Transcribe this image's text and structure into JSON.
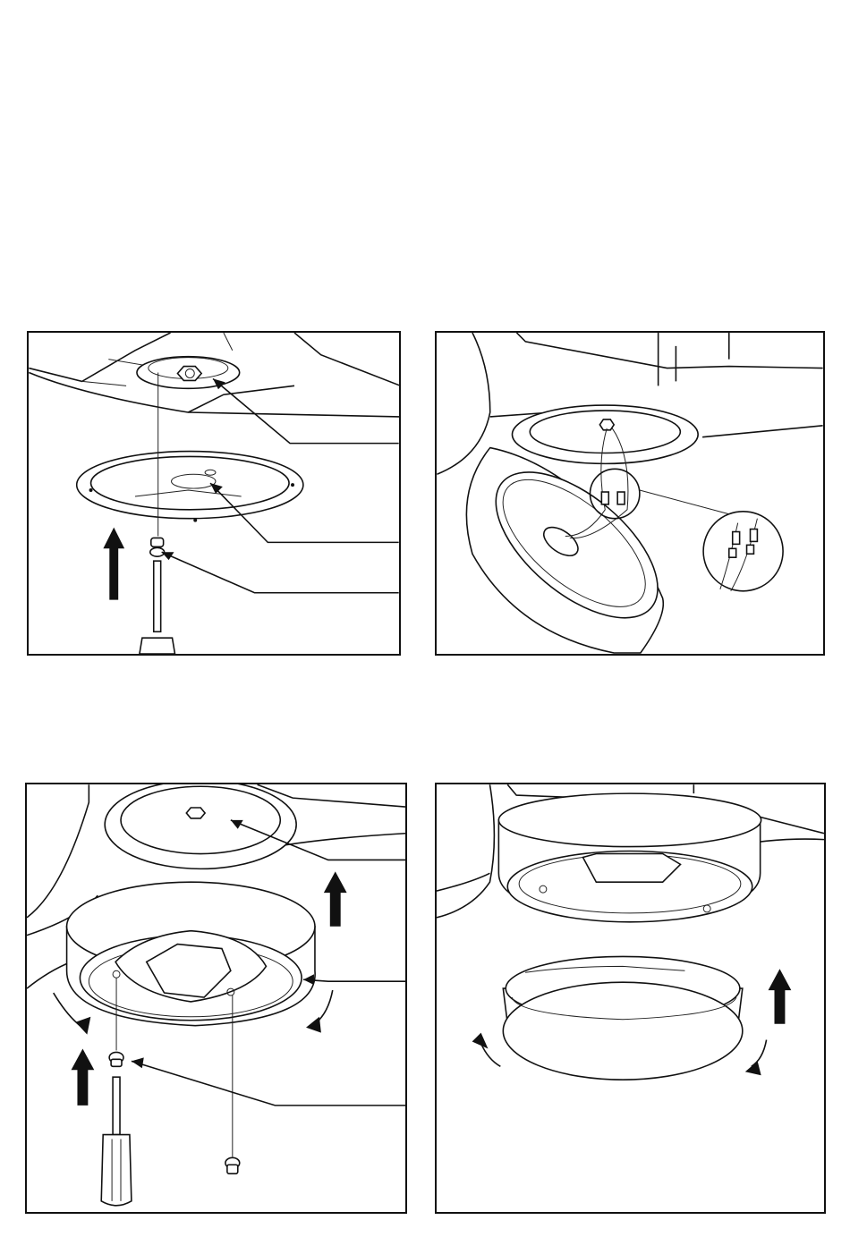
{
  "document": {
    "type": "installation-illustrations",
    "panels": [
      {
        "id": "panel-1",
        "depicts": [
          "motor-hub",
          "mounting-plate",
          "screw",
          "screwdriver",
          "up-arrow"
        ]
      },
      {
        "id": "panel-2",
        "depicts": [
          "mounting-plate",
          "light-housing",
          "wire-connectors",
          "detail-magnifier"
        ]
      },
      {
        "id": "panel-3",
        "depicts": [
          "mounting-plate",
          "light-housing",
          "rotation-arrows",
          "up-arrows",
          "screw",
          "screwdriver"
        ]
      },
      {
        "id": "panel-4",
        "depicts": [
          "light-housing",
          "glass-shade",
          "rotation-arrows",
          "up-arrow"
        ]
      }
    ],
    "icons": [
      "up-arrow-icon",
      "rotate-arrow-icon",
      "screw-icon",
      "screwdriver-icon"
    ]
  }
}
